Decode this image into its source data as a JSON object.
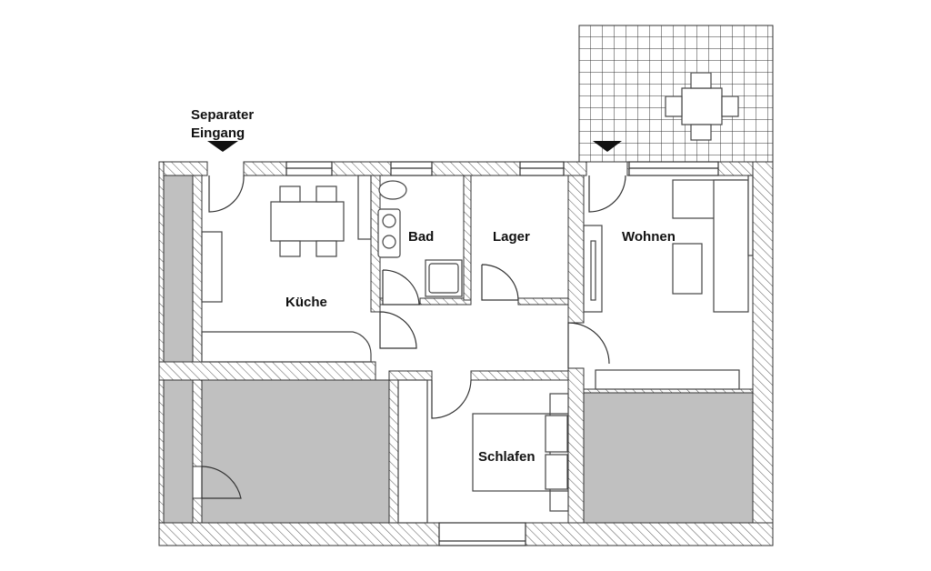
{
  "plan": {
    "entrance_label_line1": "Separater",
    "entrance_label_line2": "Eingang",
    "rooms": {
      "kitchen": "Küche",
      "bath": "Bad",
      "storage": "Lager",
      "living": "Wohnen",
      "bedroom": "Schlafen"
    }
  },
  "colors": {
    "wall_hatch": "#555555",
    "grey_area": "#c0c0c0",
    "line": "#333333"
  }
}
